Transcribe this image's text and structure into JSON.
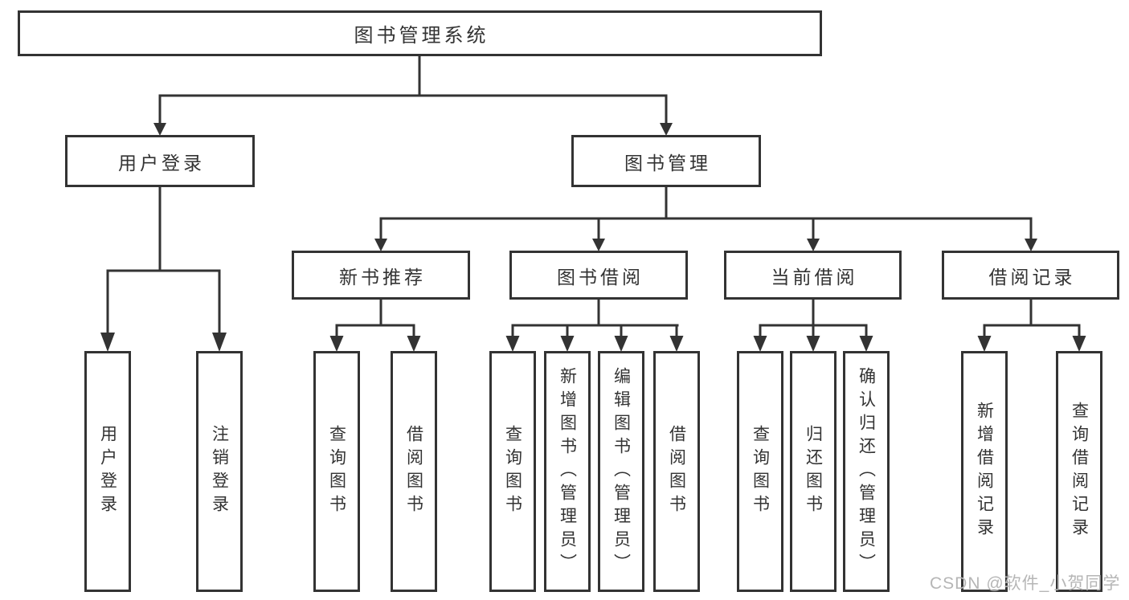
{
  "tree": {
    "root": {
      "label": "图书管理系统"
    },
    "children": [
      {
        "label": "用户登录",
        "children": [
          {
            "label": "用户登录"
          },
          {
            "label": "注销登录"
          }
        ]
      },
      {
        "label": "图书管理",
        "children": [
          {
            "label": "新书推荐",
            "children": [
              {
                "label": "查询图书"
              },
              {
                "label": "借阅图书"
              }
            ]
          },
          {
            "label": "图书借阅",
            "children": [
              {
                "label": "查询图书"
              },
              {
                "label": "新增图书（管理员）"
              },
              {
                "label": "编辑图书（管理员）"
              },
              {
                "label": "借阅图书"
              }
            ]
          },
          {
            "label": "当前借阅",
            "children": [
              {
                "label": "查询图书"
              },
              {
                "label": "归还图书"
              },
              {
                "label": "确认归还（管理员）"
              }
            ]
          },
          {
            "label": "借阅记录",
            "children": [
              {
                "label": "新增借阅记录"
              },
              {
                "label": "查询借阅记录"
              }
            ]
          }
        ]
      }
    ]
  },
  "watermark": {
    "text": "CSDN @软件_小贺同学"
  },
  "colors": {
    "line": "#333333",
    "text": "#333333",
    "background": "#ffffff",
    "watermark": "#b6b6b6"
  }
}
